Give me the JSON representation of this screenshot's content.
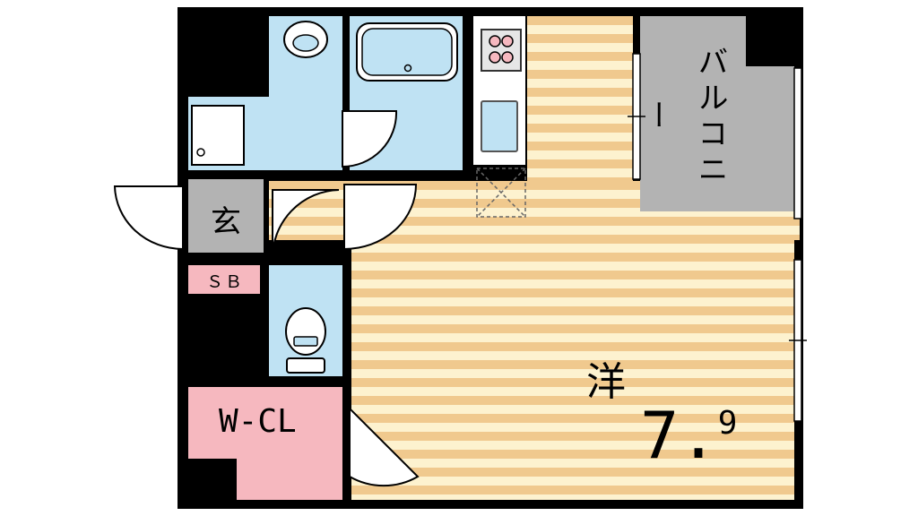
{
  "rooms": {
    "balcony": "バルコニー",
    "entrance": "玄",
    "shoe_box": "ＳＢ",
    "closet": "W-CL",
    "western_room": "洋",
    "area_main": "7.",
    "area_decimal": "9"
  },
  "colors": {
    "wall": "#000000",
    "wet_area": "#bfe2f3",
    "balcony_floor": "#b3b3b3",
    "closet_floor": "#f6b8bf",
    "wood_dark": "#f0c98e",
    "wood_light": "#fdf2cf"
  }
}
